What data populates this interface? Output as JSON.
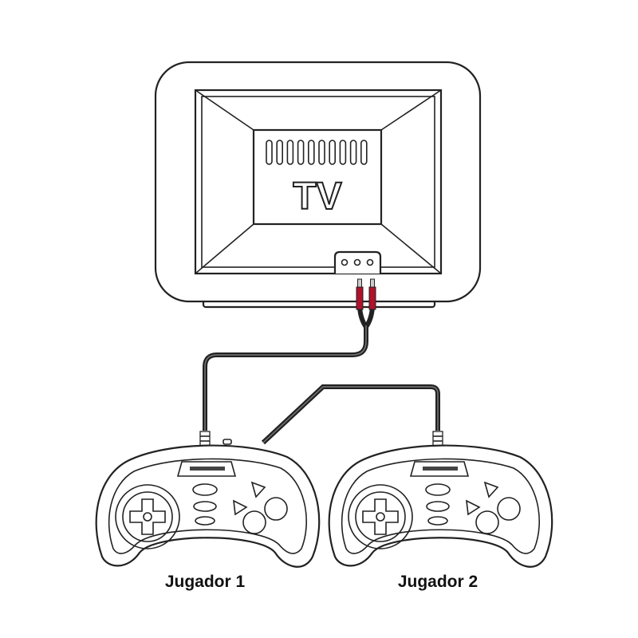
{
  "tv": {
    "label": "TV"
  },
  "players": [
    {
      "label": "Jugador 1"
    },
    {
      "label": "Jugador 2"
    }
  ],
  "colors": {
    "plug": "#b0122c",
    "cable": "#222222",
    "line": "#222222"
  }
}
